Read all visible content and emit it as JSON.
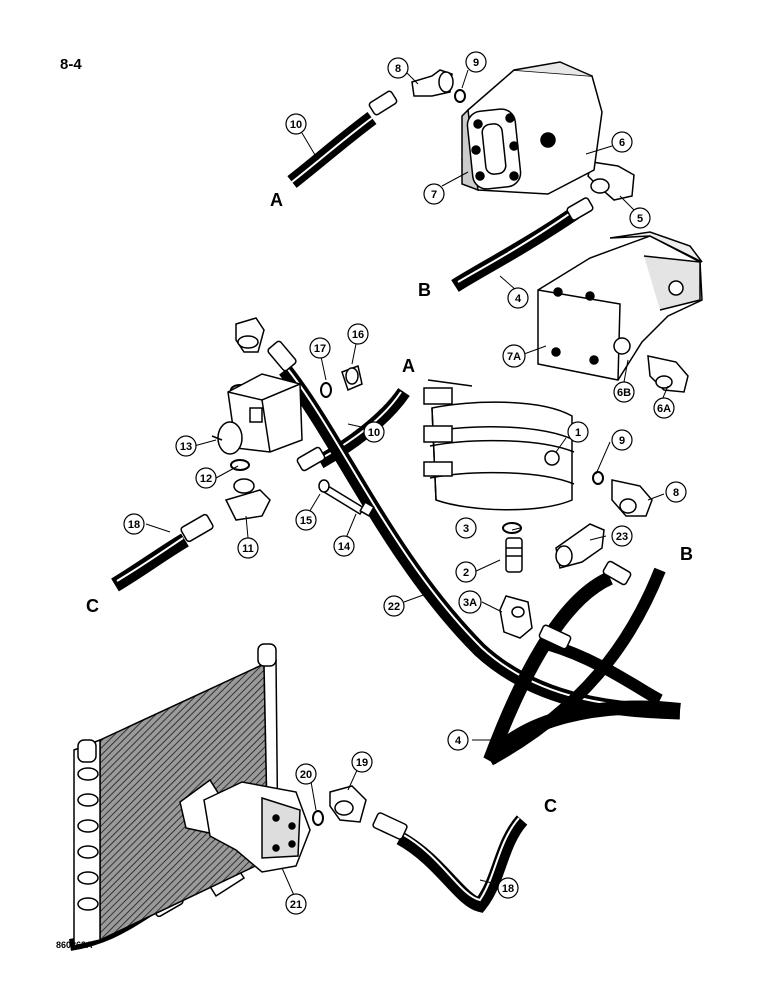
{
  "page": {
    "number": "8-4",
    "drawing_id": "860862A"
  },
  "connection_labels": [
    "A",
    "B",
    "A",
    "C",
    "B",
    "C"
  ],
  "callouts": [
    "8",
    "9",
    "10",
    "6",
    "7",
    "5",
    "4",
    "7A",
    "6B",
    "6A",
    "17",
    "16",
    "10",
    "1",
    "13",
    "9",
    "8",
    "12",
    "15",
    "14",
    "11",
    "18",
    "3",
    "23",
    "2",
    "22",
    "3A",
    "4",
    "20",
    "19",
    "21",
    "18"
  ],
  "colors": {
    "ink": "#000000",
    "paper": "#ffffff",
    "shade": "#6f6f6f",
    "light": "#d9d9d9"
  }
}
